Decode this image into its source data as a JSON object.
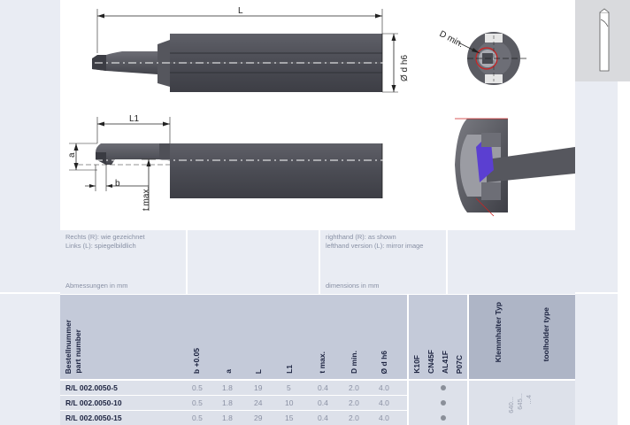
{
  "drawing": {
    "dim_L": "L",
    "dim_d": "Ø d h6",
    "dim_D": "D min.",
    "dim_L1": "L1",
    "dim_a": "a",
    "dim_b": "b",
    "dim_t": "t max."
  },
  "notes": {
    "de_line1": "Rechts (R): wie gezeichnet",
    "de_line2": "Links (L): spiegelbildlich",
    "de_units": "Abmessungen in mm",
    "en_line1": "righthand (R): as shown",
    "en_line2": "lefthand version (L): mirror image",
    "en_units": "dimensions in mm"
  },
  "table": {
    "headers": {
      "part_number_de": "Bestellnummer",
      "part_number_en": "part number",
      "b": "b +0.05",
      "a": "a",
      "L": "L",
      "L1": "L1",
      "t": "t max.",
      "D": "D min.",
      "d": "Ø d h6",
      "materials": [
        "K10F",
        "CN45F",
        "AL41F",
        "P07C"
      ],
      "holder_de": "Klemmhalter Typ",
      "holder_en": "toolholder type"
    },
    "rows": [
      {
        "pn": "R/L 002.0050-5",
        "b": "0.5",
        "a": "1.8",
        "L": "19",
        "L1": "5",
        "t": "0.4",
        "D": "2.0",
        "d": "4.0"
      },
      {
        "pn": "R/L 002.0050-10",
        "b": "0.5",
        "a": "1.8",
        "L": "24",
        "L1": "10",
        "t": "0.4",
        "D": "2.0",
        "d": "4.0"
      },
      {
        "pn": "R/L 002.0050-15",
        "b": "0.5",
        "a": "1.8",
        "L": "29",
        "L1": "15",
        "t": "0.4",
        "D": "2.0",
        "d": "4.0"
      }
    ],
    "holder_values": [
      "640...",
      "645...",
      "...4"
    ]
  }
}
